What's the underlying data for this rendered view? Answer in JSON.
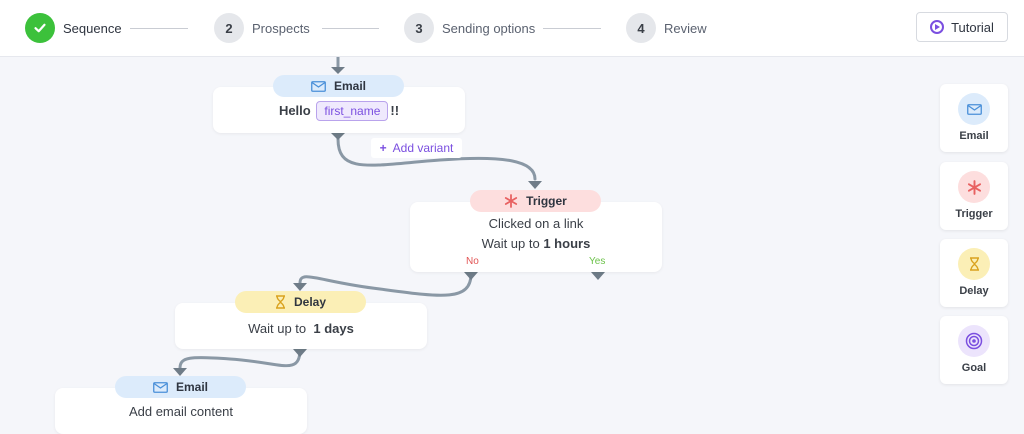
{
  "stepper": {
    "steps": [
      {
        "label": "Sequence",
        "number": "",
        "done": true
      },
      {
        "label": "Prospects",
        "number": "2"
      },
      {
        "label": "Sending options",
        "number": "3"
      },
      {
        "label": "Review",
        "number": "4"
      }
    ],
    "tutorial_label": "Tutorial"
  },
  "flow": {
    "email1": {
      "title": "Email",
      "greeting": "Hello",
      "variable": "first_name",
      "suffix": "!!"
    },
    "add_variant": "Add variant",
    "trigger": {
      "title": "Trigger",
      "line1": "Clicked on a link",
      "line2_prefix": "Wait up to",
      "line2_value": "1 hours",
      "no_label": "No",
      "yes_label": "Yes"
    },
    "delay": {
      "title": "Delay",
      "prefix": "Wait up to",
      "value": "1 days"
    },
    "email2": {
      "title": "Email",
      "body": "Add email content"
    }
  },
  "palette": {
    "items": [
      {
        "label": "Email",
        "icon": "envelope-icon",
        "color": "#dcebfb"
      },
      {
        "label": "Trigger",
        "icon": "asterisk-icon",
        "color": "#fddede"
      },
      {
        "label": "Delay",
        "icon": "hourglass-icon",
        "color": "#fbefb6"
      },
      {
        "label": "Goal",
        "icon": "target-icon",
        "color": "#ece4fc"
      }
    ]
  },
  "colors": {
    "accent": "#7b4fe0",
    "success": "#3cc13b",
    "connector": "#8a98a5"
  }
}
